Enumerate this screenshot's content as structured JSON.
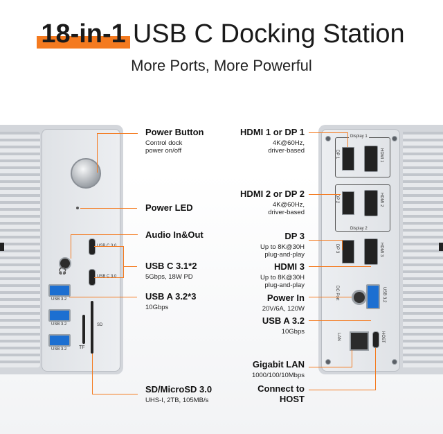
{
  "header": {
    "highlight": "18-in-1",
    "title_rest": "USB C Docking Station",
    "subtitle": "More Ports, More Powerful"
  },
  "left_labels": [
    {
      "title": "Power Button",
      "sub": [
        "Control dock",
        "power on/off"
      ]
    },
    {
      "title": "Power LED",
      "sub": []
    },
    {
      "title": "Audio In&Out",
      "sub": []
    },
    {
      "title": "USB C 3.1*2",
      "sub": [
        "5Gbps, 18W PD"
      ]
    },
    {
      "title": "USB A 3.2*3",
      "sub": [
        "10Gbps"
      ]
    },
    {
      "title": "SD/MicroSD 3.0",
      "sub": [
        "UHS-I, 2TB, 105MB/s"
      ]
    }
  ],
  "right_labels": [
    {
      "title": "HDMI 1 or DP 1",
      "sub": [
        "4K@60Hz,",
        "driver-based"
      ]
    },
    {
      "title": "HDMI 2 or DP 2",
      "sub": [
        "4K@60Hz,",
        "driver-based"
      ]
    },
    {
      "title": "DP 3",
      "sub": [
        "Up to 8K@30H",
        "plug-and-play"
      ]
    },
    {
      "title": "HDMI 3",
      "sub": [
        "Up to 8K@30H",
        "plug-and-play"
      ]
    },
    {
      "title": "Power In",
      "sub": [
        "20V/6A, 120W"
      ]
    },
    {
      "title": "USB A 3.2",
      "sub": [
        "10Gbps"
      ]
    },
    {
      "title": "Gigabit LAN",
      "sub": [
        "1000/100/10Mbps"
      ]
    },
    {
      "title": "Connect to",
      "sub": [
        "HOST"
      ]
    }
  ],
  "device_labels": {
    "usbc": "USB C 3.0",
    "usba": "USB 3.2",
    "tf": "TF",
    "sd": "SD",
    "display1": "Display 1",
    "display2": "Display 2",
    "dp1": "DP 1",
    "hdmi1": "HDMI 1",
    "dp2": "DP 2",
    "hdmi2": "HDMI 2",
    "dp3": "DP 3",
    "hdmi3": "HDMI 3",
    "dc_port": "DC Port",
    "usb32_right": "USB 3.2",
    "lan": "LAN",
    "host": "HOST"
  },
  "colors": {
    "accent": "#f47a1f",
    "usb_blue": "#1c6fd1",
    "text": "#111111"
  }
}
